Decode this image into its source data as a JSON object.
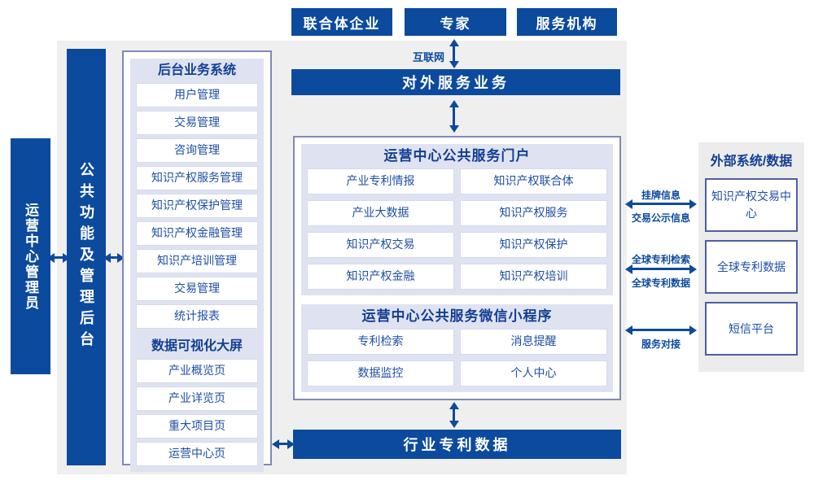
{
  "actors": {
    "items": [
      "联合体企业",
      "专家",
      "服务机构"
    ]
  },
  "internet_label": "互联网",
  "external_service_bar": "对外服务业务",
  "admin_bar": "运营中心管理员",
  "backend_bar": "公共功能及管理后台",
  "backend_system": {
    "title": "后台业务系统",
    "items": [
      "用户管理",
      "交易管理",
      "咨询管理",
      "知识产权服务管理",
      "知识产权保护管理",
      "知识产权金融管理",
      "知识产培训管理",
      "交易管理",
      "统计报表"
    ]
  },
  "dashboard": {
    "title": "数据可视化大屏",
    "items": [
      "产业概览页",
      "产业详览页",
      "重大项目页",
      "运营中心页"
    ]
  },
  "portal": {
    "title": "运营中心公共服务门户",
    "items": [
      "产业专利情报",
      "知识产权联合体",
      "产业大数据",
      "知识产权服务",
      "知识产权交易",
      "知识产权保护",
      "知识产权金融",
      "知识产权培训"
    ]
  },
  "miniprogram": {
    "title": "运营中心公共服务微信小程序",
    "items": [
      "专利检索",
      "消息提醒",
      "数据监控",
      "个人中心"
    ]
  },
  "industry_data_bar": "行业专利数据",
  "external_systems": {
    "title": "外部系统/数据",
    "items": [
      "知识产权交易中心",
      "全球专利数据",
      "短信平台"
    ]
  },
  "link_labels": {
    "listing_info": "挂牌信息",
    "trade_publicity": "交易公示信息",
    "global_patent_search": "全球专利检索",
    "global_patent_data": "全球专利数据",
    "service_connection": "服务对接"
  },
  "colors": {
    "primary_blue": "#0c4a9e",
    "panel_lavender": "#dfe3f1",
    "frame_border": "#8089b8",
    "text_blue": "#1e4fa5",
    "bg_gray": "#efefef"
  }
}
